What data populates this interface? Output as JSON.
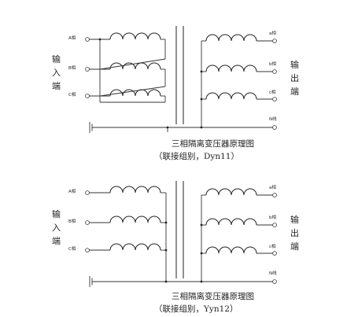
{
  "diagrams": [
    {
      "id": "dyn11",
      "input_label": [
        "输",
        "入",
        "端"
      ],
      "output_label": [
        "输",
        "出",
        "端"
      ],
      "primary_phases": [
        "A相",
        "B相",
        "C相"
      ],
      "secondary_phases": [
        "a相",
        "b相",
        "c相"
      ],
      "neutral": "N线",
      "caption_line1": "三相隔离变压器原理图",
      "caption_line2": "（联接组别，Dyn11）"
    },
    {
      "id": "yyn12",
      "input_label": [
        "输",
        "入",
        "端"
      ],
      "output_label": [
        "输",
        "出",
        "端"
      ],
      "primary_phases": [
        "A相",
        "B相",
        "C相"
      ],
      "secondary_phases": [
        "a相",
        "b相",
        "c相"
      ],
      "neutral": "N线",
      "caption_line1": "三相隔离变压器原理图",
      "caption_line2": "（联接组别，Yyn12）"
    }
  ]
}
